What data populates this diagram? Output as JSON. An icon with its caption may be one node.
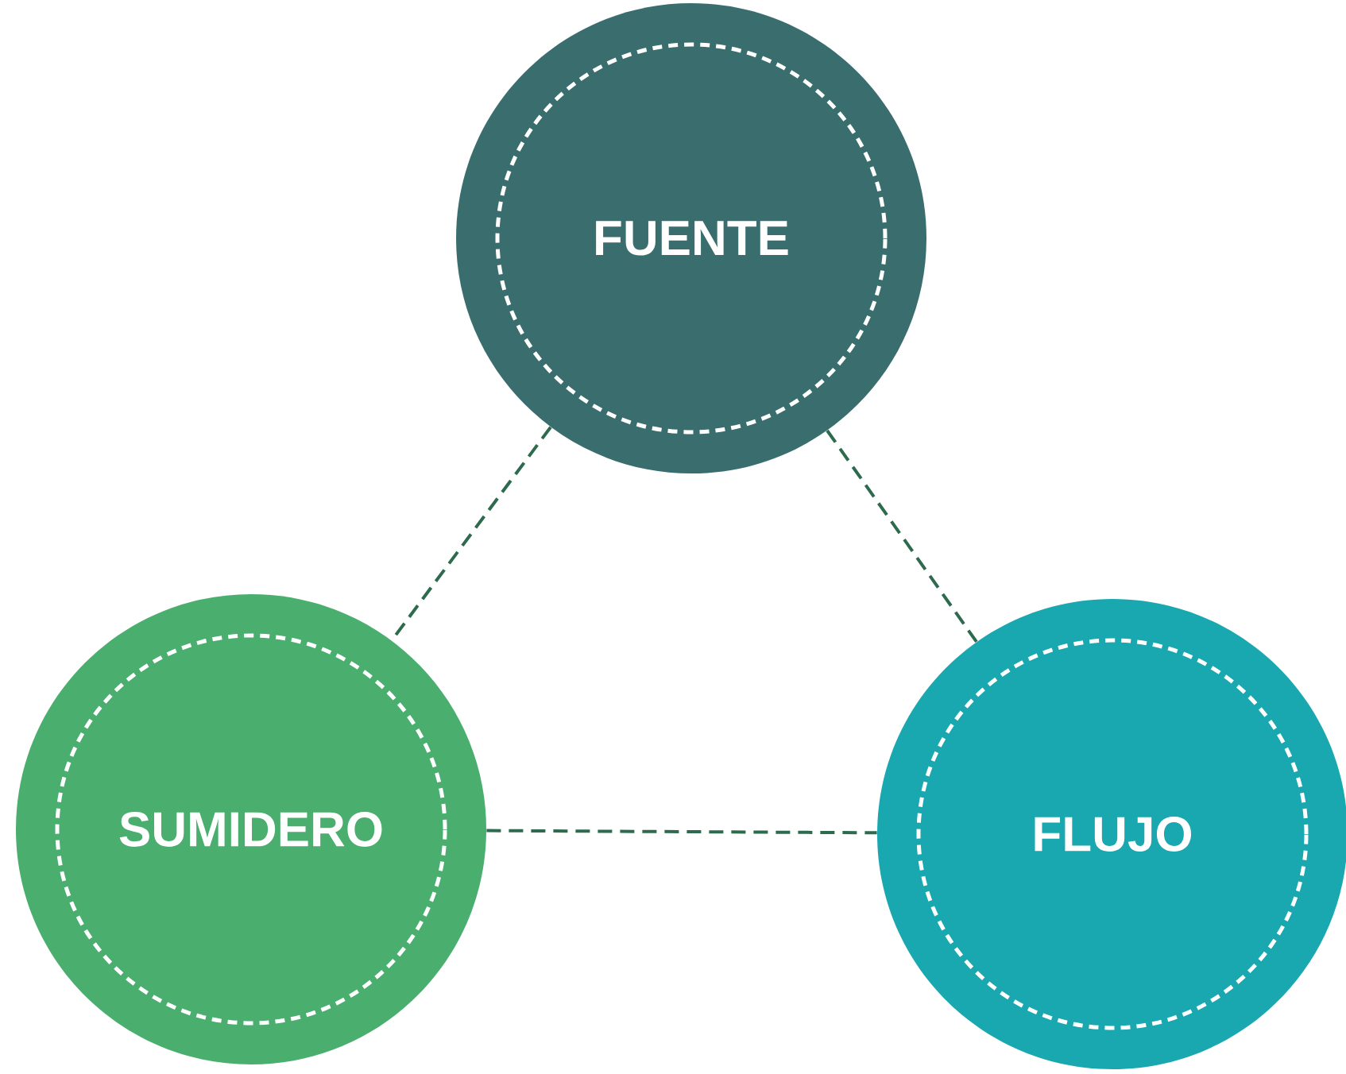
{
  "diagram": {
    "nodes": [
      {
        "text": [
          "FUENTE"
        ]
      },
      {
        "text": [
          "SUMIDERO"
        ]
      },
      {
        "text": [
          "FLUJO"
        ]
      }
    ],
    "edges": [
      {
        "from": 0,
        "to": 1,
        "arrow": "none",
        "style": "dashed"
      },
      {
        "from": 0,
        "to": 2,
        "arrow": "none",
        "style": "dashed"
      },
      {
        "from": 1,
        "to": 2,
        "arrow": "none",
        "style": "dashed"
      }
    ]
  }
}
